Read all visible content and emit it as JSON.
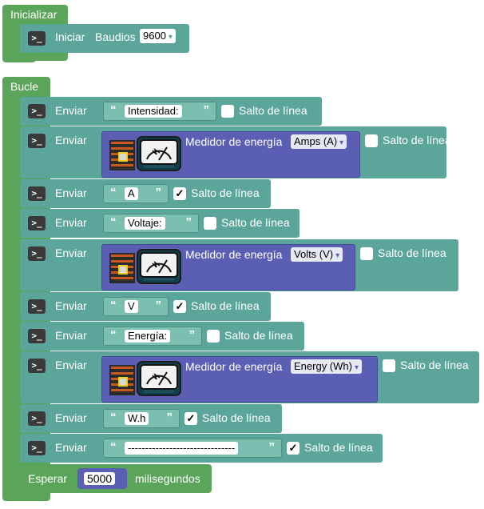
{
  "init": {
    "label": "Inicializar",
    "start_label": "Iniciar",
    "baud_label": "Baudios",
    "baud_value": "9600",
    "dropdown_arrow": "▾"
  },
  "loop": {
    "label": "Bucle"
  },
  "common": {
    "send_label": "Enviar",
    "newline_label": "Salto de línea",
    "open_quote": "“",
    "close_quote": "”",
    "meter_label": "Medidor de energía",
    "check_mark": "✓",
    "terminal_glyph": ">_"
  },
  "sends": [
    {
      "kind": "text",
      "text": "Intensidad:",
      "newline": false
    },
    {
      "kind": "meter",
      "option": "Amps (A)",
      "newline": false
    },
    {
      "kind": "text",
      "text": "A",
      "newline": true
    },
    {
      "kind": "text",
      "text": "Voltaje:",
      "newline": false
    },
    {
      "kind": "meter",
      "option": "Volts (V)",
      "newline": false
    },
    {
      "kind": "text",
      "text": "V",
      "newline": true
    },
    {
      "kind": "text",
      "text": "Energía:",
      "newline": false
    },
    {
      "kind": "meter",
      "option": "Energy (Wh)",
      "newline": false
    },
    {
      "kind": "text",
      "text": "W.h",
      "newline": true
    },
    {
      "kind": "text",
      "text": "-------------------------------",
      "newline": true
    }
  ],
  "wait": {
    "label": "Esperar",
    "value": "5000",
    "unit": "milisegundos"
  },
  "colors": {
    "control": "#5ba55b",
    "serial": "#5ba59a",
    "text_block": "#7bbfb0",
    "sensor": "#5b5fb3"
  },
  "icons": [
    "terminal-icon",
    "energy-meter-icon",
    "checkbox-icon",
    "dropdown-arrow-icon"
  ]
}
